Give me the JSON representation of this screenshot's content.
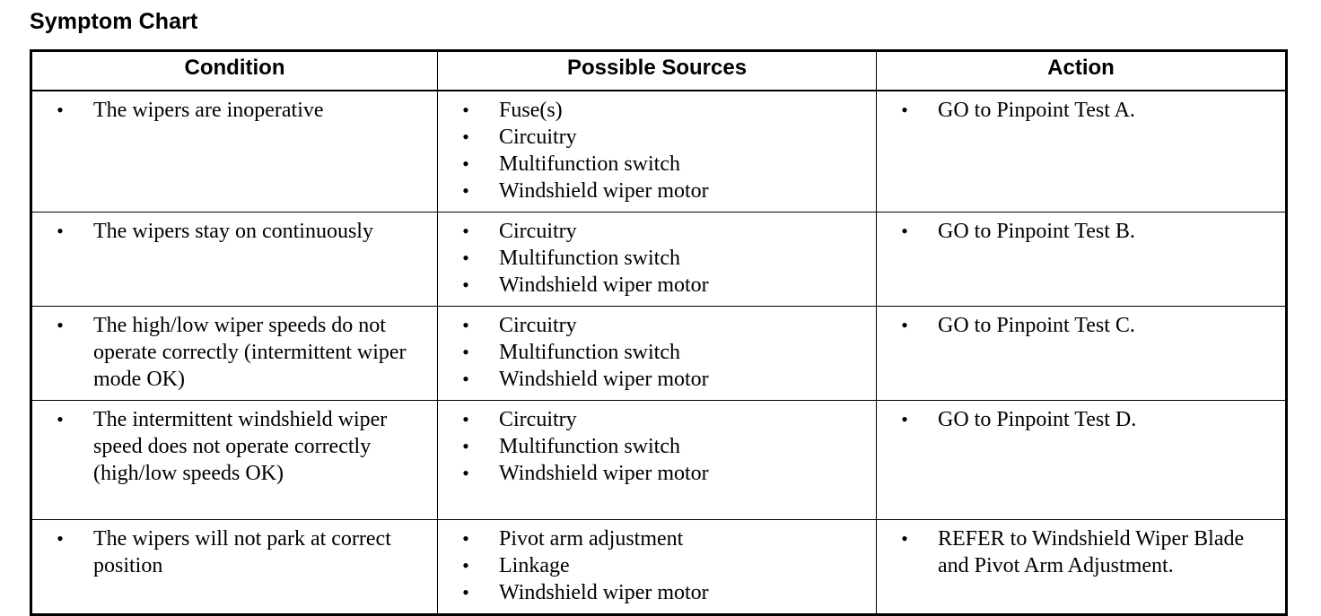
{
  "page": {
    "title": "Symptom Chart",
    "bullet_glyph": "•"
  },
  "table": {
    "headers": {
      "condition": "Condition",
      "sources": "Possible Sources",
      "action": "Action"
    },
    "rows": [
      {
        "condition": [
          "The wipers are inoperative"
        ],
        "sources": [
          "Fuse(s)",
          "Circuitry",
          "Multifunction switch",
          "Windshield wiper motor"
        ],
        "action": [
          "GO to Pinpoint Test A."
        ]
      },
      {
        "condition": [
          "The wipers stay on continuously"
        ],
        "sources": [
          "Circuitry",
          "Multifunction switch",
          "Windshield wiper motor"
        ],
        "action": [
          "GO to Pinpoint Test B."
        ]
      },
      {
        "condition": [
          "The high/low wiper speeds do not operate correctly (intermittent wiper mode OK)"
        ],
        "sources": [
          "Circuitry",
          "Multifunction switch",
          "Windshield wiper motor"
        ],
        "action": [
          "GO to Pinpoint Test C."
        ]
      },
      {
        "condition": [
          "The intermittent windshield wiper speed does not operate correctly (high/low speeds OK)"
        ],
        "sources": [
          "Circuitry",
          "Multifunction switch",
          "Windshield wiper motor"
        ],
        "action": [
          "GO to Pinpoint Test D."
        ]
      },
      {
        "condition": [
          "The wipers will not park at correct position"
        ],
        "sources": [
          "Pivot arm adjustment",
          "Linkage",
          "Windshield wiper motor"
        ],
        "action": [
          "REFER to Windshield Wiper Blade and Pivot Arm Adjustment."
        ]
      }
    ]
  },
  "colors": {
    "text": "#000000",
    "background": "#ffffff",
    "border": "#000000"
  }
}
